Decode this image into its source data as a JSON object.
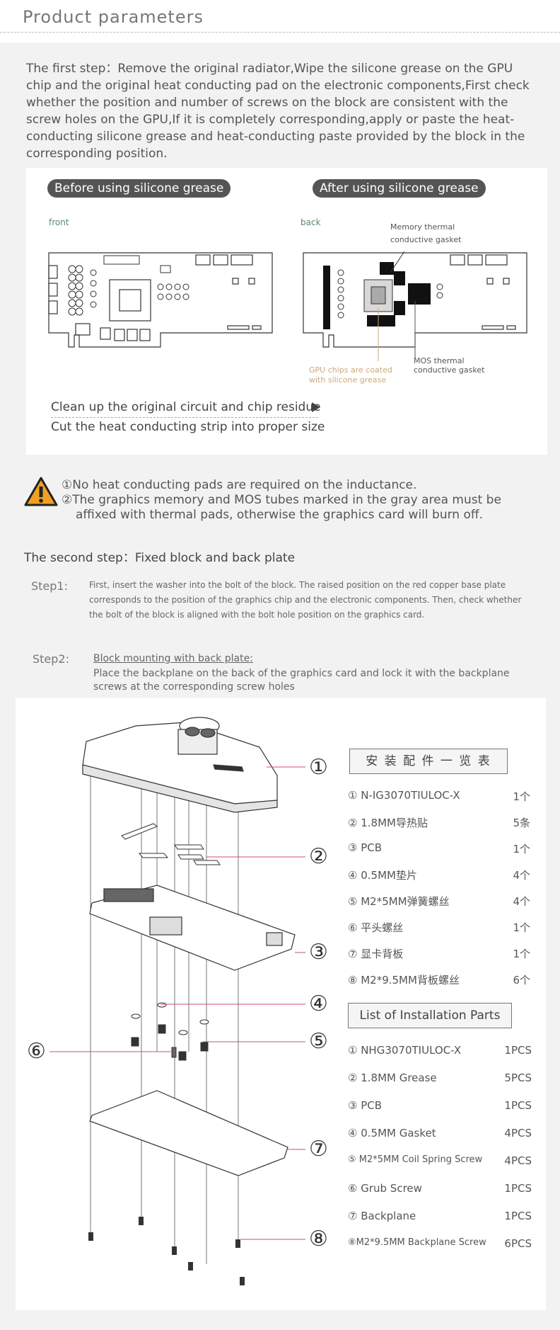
{
  "header": {
    "title": "Product parameters"
  },
  "step1": {
    "text": "The first step：Remove the original radiator,Wipe the silicone grease on the GPU chip and the original heat conducting pad on the electronic components,First check whether the position and number of screws on the block are consistent with the screw holes on the GPU,If it is completely corresponding,apply or paste the heat-conducting silicone grease and heat-conducting paste provided by the block in the corresponding position.",
    "before_label": "Before using silicone grease",
    "after_label": "After using silicone grease",
    "front_label": "front",
    "back_label": "back",
    "memory_note_1": "Memory thermal",
    "memory_note_2": "conductive gasket",
    "gpu_note_1": "GPU chips are coated",
    "gpu_note_2": "with silicone grease",
    "mos_note_1": "MOS thermal",
    "mos_note_2": "conductive gasket",
    "clean_line": "Clean up the original circuit and chip residue",
    "cut_line": "Cut the heat conducting strip into proper size"
  },
  "warning": {
    "line1": "①No heat conducting pads are required on the inductance.",
    "line2": "②The graphics memory and MOS tubes marked in the gray area must be",
    "line3": "affixed with thermal pads, otherwise the graphics card will burn off."
  },
  "step_two": {
    "title": "The second step：Fixed block and back plate",
    "step1_label": "Step1:",
    "step1_body": "First, insert the washer into the bolt of the block. The raised position on the red copper base plate corresponds to the position of the graphics chip and the electronic components. Then, check whether the bolt of the block is aligned with the bolt hole position on the graphics card.",
    "step2_label": "Step2:",
    "step2_link": "Block mounting with back plate:",
    "step2_body": "Place the backplane on the back of the graphics card and lock it with the backplane screws at the corresponding screw holes"
  },
  "callouts": [
    "①",
    "②",
    "③",
    "④",
    "⑤",
    "⑥",
    "⑦",
    "⑧"
  ],
  "parts_cn": {
    "title": "安 装 配 件 一 览 表",
    "items": [
      {
        "name": "① N-IG3070TIULOC-X",
        "qty": "1个"
      },
      {
        "name": "② 1.8MM导热贴",
        "qty": "5条"
      },
      {
        "name": "③ PCB",
        "qty": "1个"
      },
      {
        "name": "④ 0.5MM垫片",
        "qty": "4个"
      },
      {
        "name": "⑤ M2*5MM弹簧螺丝",
        "qty": "4个"
      },
      {
        "name": "⑥ 平头螺丝",
        "qty": "1个"
      },
      {
        "name": "⑦ 显卡背板",
        "qty": "1个"
      },
      {
        "name": "⑧ M2*9.5MM背板螺丝",
        "qty": "6个"
      }
    ]
  },
  "parts_en": {
    "title": "List of Installation Parts",
    "items": [
      {
        "name": "① NHG3070TIULOC-X",
        "qty": "1PCS"
      },
      {
        "name": "② 1.8MM Grease",
        "qty": "5PCS"
      },
      {
        "name": "③ PCB",
        "qty": "1PCS"
      },
      {
        "name": "④ 0.5MM Gasket",
        "qty": "4PCS"
      },
      {
        "name": "⑤ M2*5MM Coil Spring Screw",
        "qty": "4PCS"
      },
      {
        "name": "⑥ Grub Screw",
        "qty": "1PCS"
      },
      {
        "name": "⑦ Backplane",
        "qty": "1PCS"
      },
      {
        "name": "⑧M2*9.5MM Backplane Screw",
        "qty": "6PCS"
      }
    ]
  },
  "colors": {
    "callout_line": "#d04a8a",
    "warning": "#f0a020",
    "pill": "#555555"
  },
  "icons": {
    "warning": "warning-triangle-icon",
    "arrow": "play-arrow-icon"
  }
}
